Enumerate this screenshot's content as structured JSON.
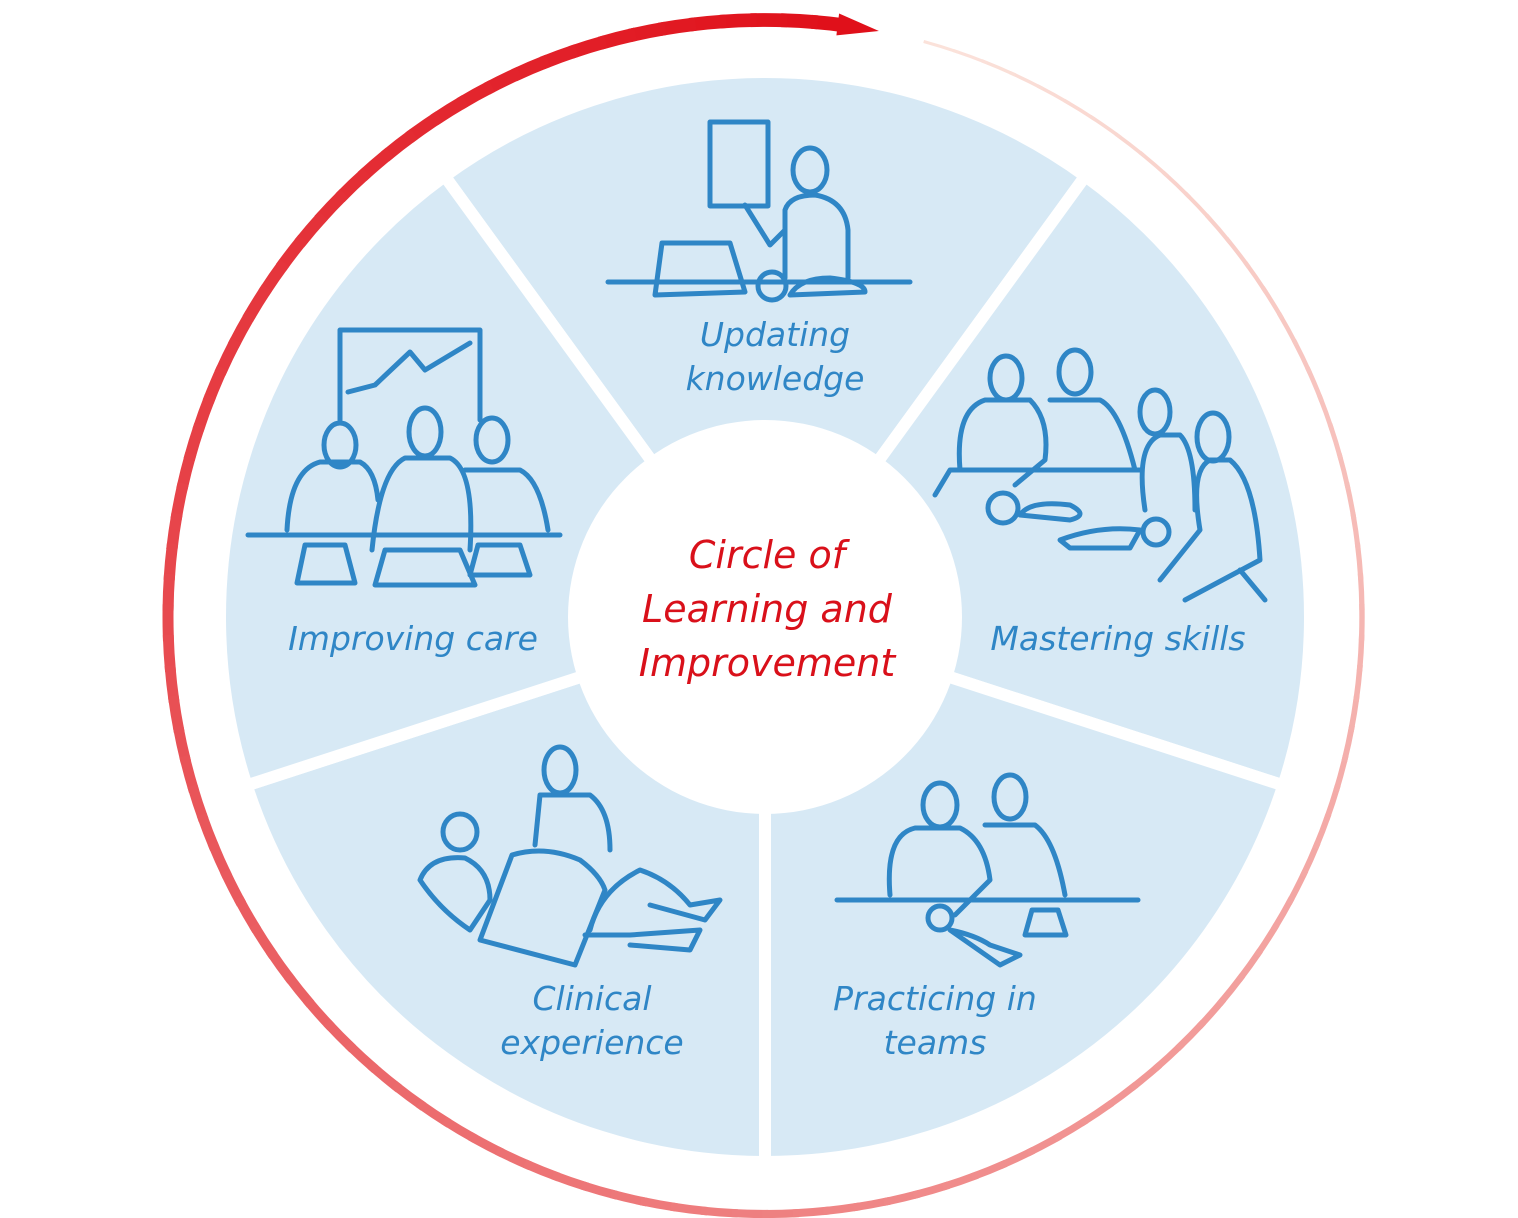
{
  "title": "Circle of\nLearning and\nImprovement",
  "segments": [
    {
      "label": "Updating\nknowledge",
      "icon": "presentation-icon"
    },
    {
      "label": "Mastering skills",
      "icon": "resuscitation-training-icon"
    },
    {
      "label": "Practicing in\nteams",
      "icon": "team-practice-icon"
    },
    {
      "label": "Clinical\nexperience",
      "icon": "patient-care-icon"
    },
    {
      "label": "Improving care",
      "icon": "meeting-chart-icon"
    }
  ],
  "colors": {
    "segment": "#d7e9f5",
    "line": "#2f86c6",
    "title": "#d9101a",
    "arrow_start": "#e0101a",
    "arrow_end": "#fbe0d6"
  }
}
